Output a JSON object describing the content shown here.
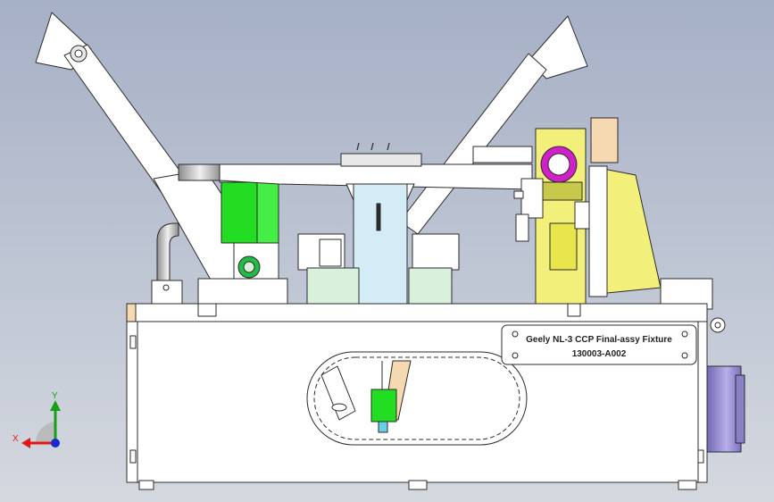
{
  "viewport": {
    "background_top": "#a6b0c6",
    "background_bottom": "#d4d8df"
  },
  "nameplate": {
    "line1": "Geely NL-3 CCP Final-assy Fixture",
    "line2": "130003-A002"
  },
  "triad": {
    "x_label": "X",
    "y_label": "Y",
    "x_color": "#e01818",
    "y_color": "#17a017",
    "z_color": "#1a2ad0"
  },
  "colors": {
    "body": "#ffffff",
    "outline": "#2b2b2b",
    "green_block": "#22dd22",
    "light_green": "#d8f0dc",
    "light_blue": "#d4ecf6",
    "yellow": "#f2f07a",
    "yellow_dark": "#c8c84a",
    "magenta": "#d020c8",
    "tan": "#f5d9b0",
    "purple": "#9a8fd6",
    "grey_cyl": "#b8b8b8"
  }
}
